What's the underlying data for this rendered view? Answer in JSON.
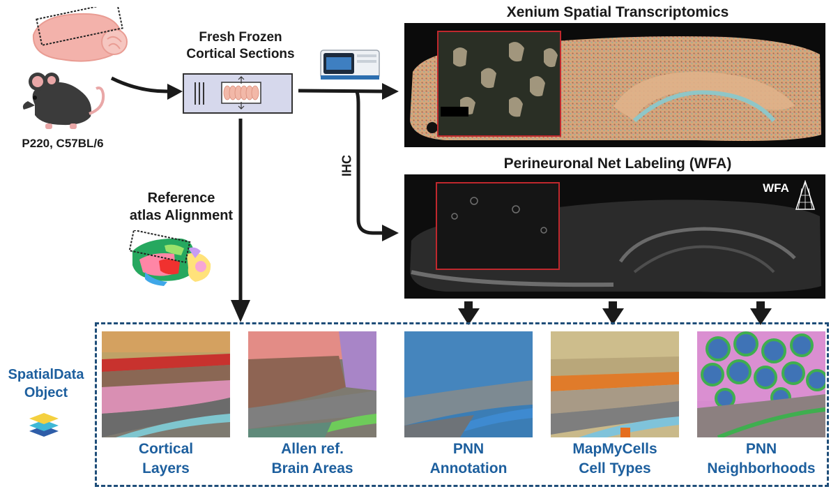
{
  "mouse": {
    "label": "P220, C57BL/6"
  },
  "sections": {
    "title_line1": "Fresh Frozen",
    "title_line2": "Cortical Sections"
  },
  "reference": {
    "line1": "Reference",
    "line2": "atlas Alignment"
  },
  "ihc_label": "IHC",
  "xenium": {
    "title": "Xenium Spatial Transcriptomics"
  },
  "wfa": {
    "title": "Perineuronal Net Labeling (WFA)",
    "tag": "WFA"
  },
  "spatialdata": {
    "line1": "SpatialData",
    "line2": "Object"
  },
  "outputs": [
    {
      "line1": "Cortical",
      "line2": "Layers"
    },
    {
      "line1": "Allen ref.",
      "line2": "Brain Areas"
    },
    {
      "line1": "PNN",
      "line2": "Annotation"
    },
    {
      "line1": "MapMyCells",
      "line2": "Cell Types"
    },
    {
      "line1": "PNN",
      "line2": "Neighborhoods"
    }
  ],
  "colors": {
    "accent_blue": "#1d5f9e",
    "dash_border": "#1f4e79",
    "arrow": "#1a1a1a",
    "inset_border": "#c0282d"
  }
}
